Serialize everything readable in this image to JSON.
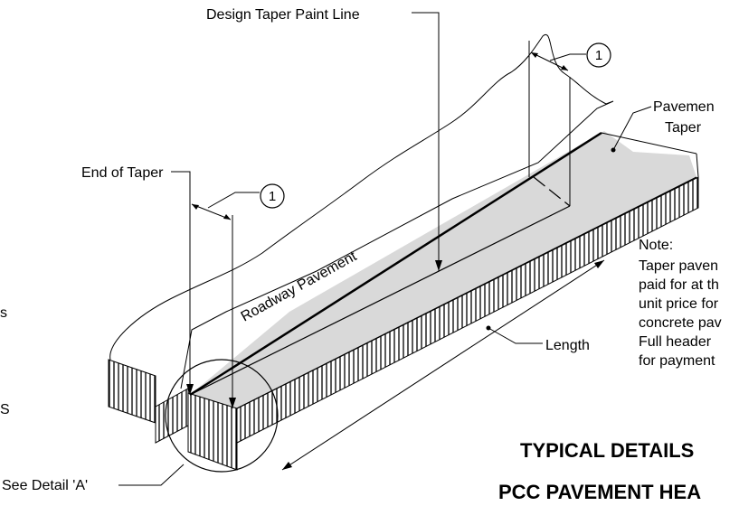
{
  "labels": {
    "design_taper_paint_line": "Design Taper Paint Line",
    "pavement": "Pavemen",
    "taper": "Taper",
    "end_of_taper": "End of Taper",
    "roadway_pavement": "Roadway Pavement",
    "length": "Length",
    "see_detail_a": "See Detail 'A'",
    "left_edge_s1": "s",
    "left_edge_s2": "S"
  },
  "callouts": {
    "dimension_1": "1",
    "dimension_2": "1"
  },
  "note": {
    "heading": "Note:",
    "lines": [
      "Taper paven",
      "paid for at th",
      "unit price for",
      "concrete pav",
      "Full header",
      "for payment"
    ]
  },
  "title": {
    "line1": "TYPICAL DETAILS",
    "line2": "PCC PAVEMENT HEA"
  }
}
